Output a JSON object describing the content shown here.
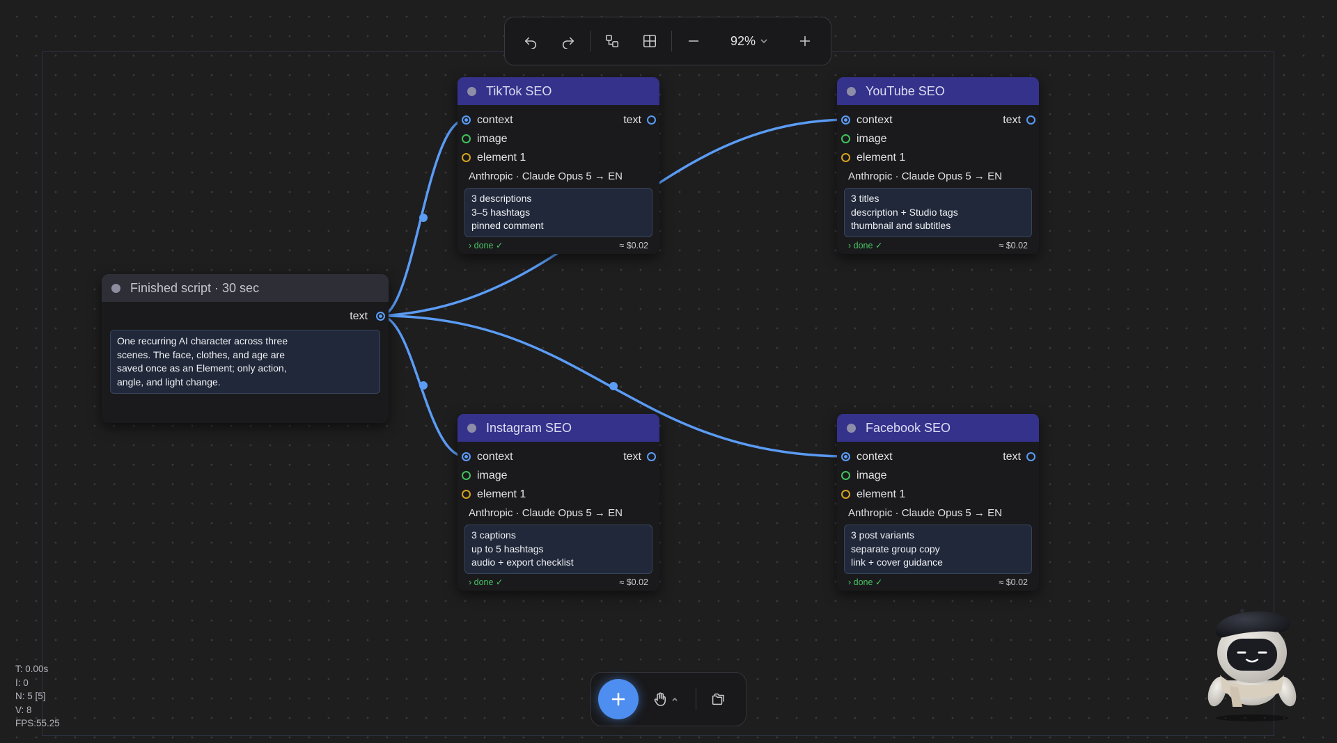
{
  "toolbar": {
    "zoom_label": "92%"
  },
  "script_node": {
    "title": "Finished script · 30 sec",
    "output_label": "text",
    "text": "One recurring AI character across three scenes. The face, clothes, and age are saved once as an Element; only action, angle, and light change."
  },
  "nodes": [
    {
      "title": "TikTok SEO",
      "inputs": [
        "context",
        "image",
        "element 1"
      ],
      "output_label": "text",
      "model": "Anthropic · Claude Opus 5 → EN",
      "prompt": [
        "3 descriptions",
        "3–5 hashtags",
        "pinned comment"
      ],
      "status": "› done ✓",
      "cost": "≈ $0.02"
    },
    {
      "title": "YouTube SEO",
      "inputs": [
        "context",
        "image",
        "element 1"
      ],
      "output_label": "text",
      "model": "Anthropic · Claude Opus 5 → EN",
      "prompt": [
        "3 titles",
        "description + Studio tags",
        "thumbnail and subtitles"
      ],
      "status": "› done ✓",
      "cost": "≈ $0.02"
    },
    {
      "title": "Instagram SEO",
      "inputs": [
        "context",
        "image",
        "element 1"
      ],
      "output_label": "text",
      "model": "Anthropic · Claude Opus 5 → EN",
      "prompt": [
        "3 captions",
        "up to 5 hashtags",
        "audio + export checklist"
      ],
      "status": "› done ✓",
      "cost": "≈ $0.02"
    },
    {
      "title": "Facebook SEO",
      "inputs": [
        "context",
        "image",
        "element 1"
      ],
      "output_label": "text",
      "model": "Anthropic · Claude Opus 5 → EN",
      "prompt": [
        "3 post variants",
        "separate group copy",
        "link + cover guidance"
      ],
      "status": "› done ✓",
      "cost": "≈ $0.02"
    }
  ],
  "stats": {
    "time": "T: 0.00s",
    "i": "I: 0",
    "n": "N: 5 [5]",
    "v": "V: 8",
    "fps": "FPS:55.25"
  },
  "colors": {
    "wire": "#5b9cf5",
    "node_header": "#35328c",
    "status_done": "#47c363",
    "port_image": "#3fc25a",
    "port_element": "#d8a31c"
  }
}
